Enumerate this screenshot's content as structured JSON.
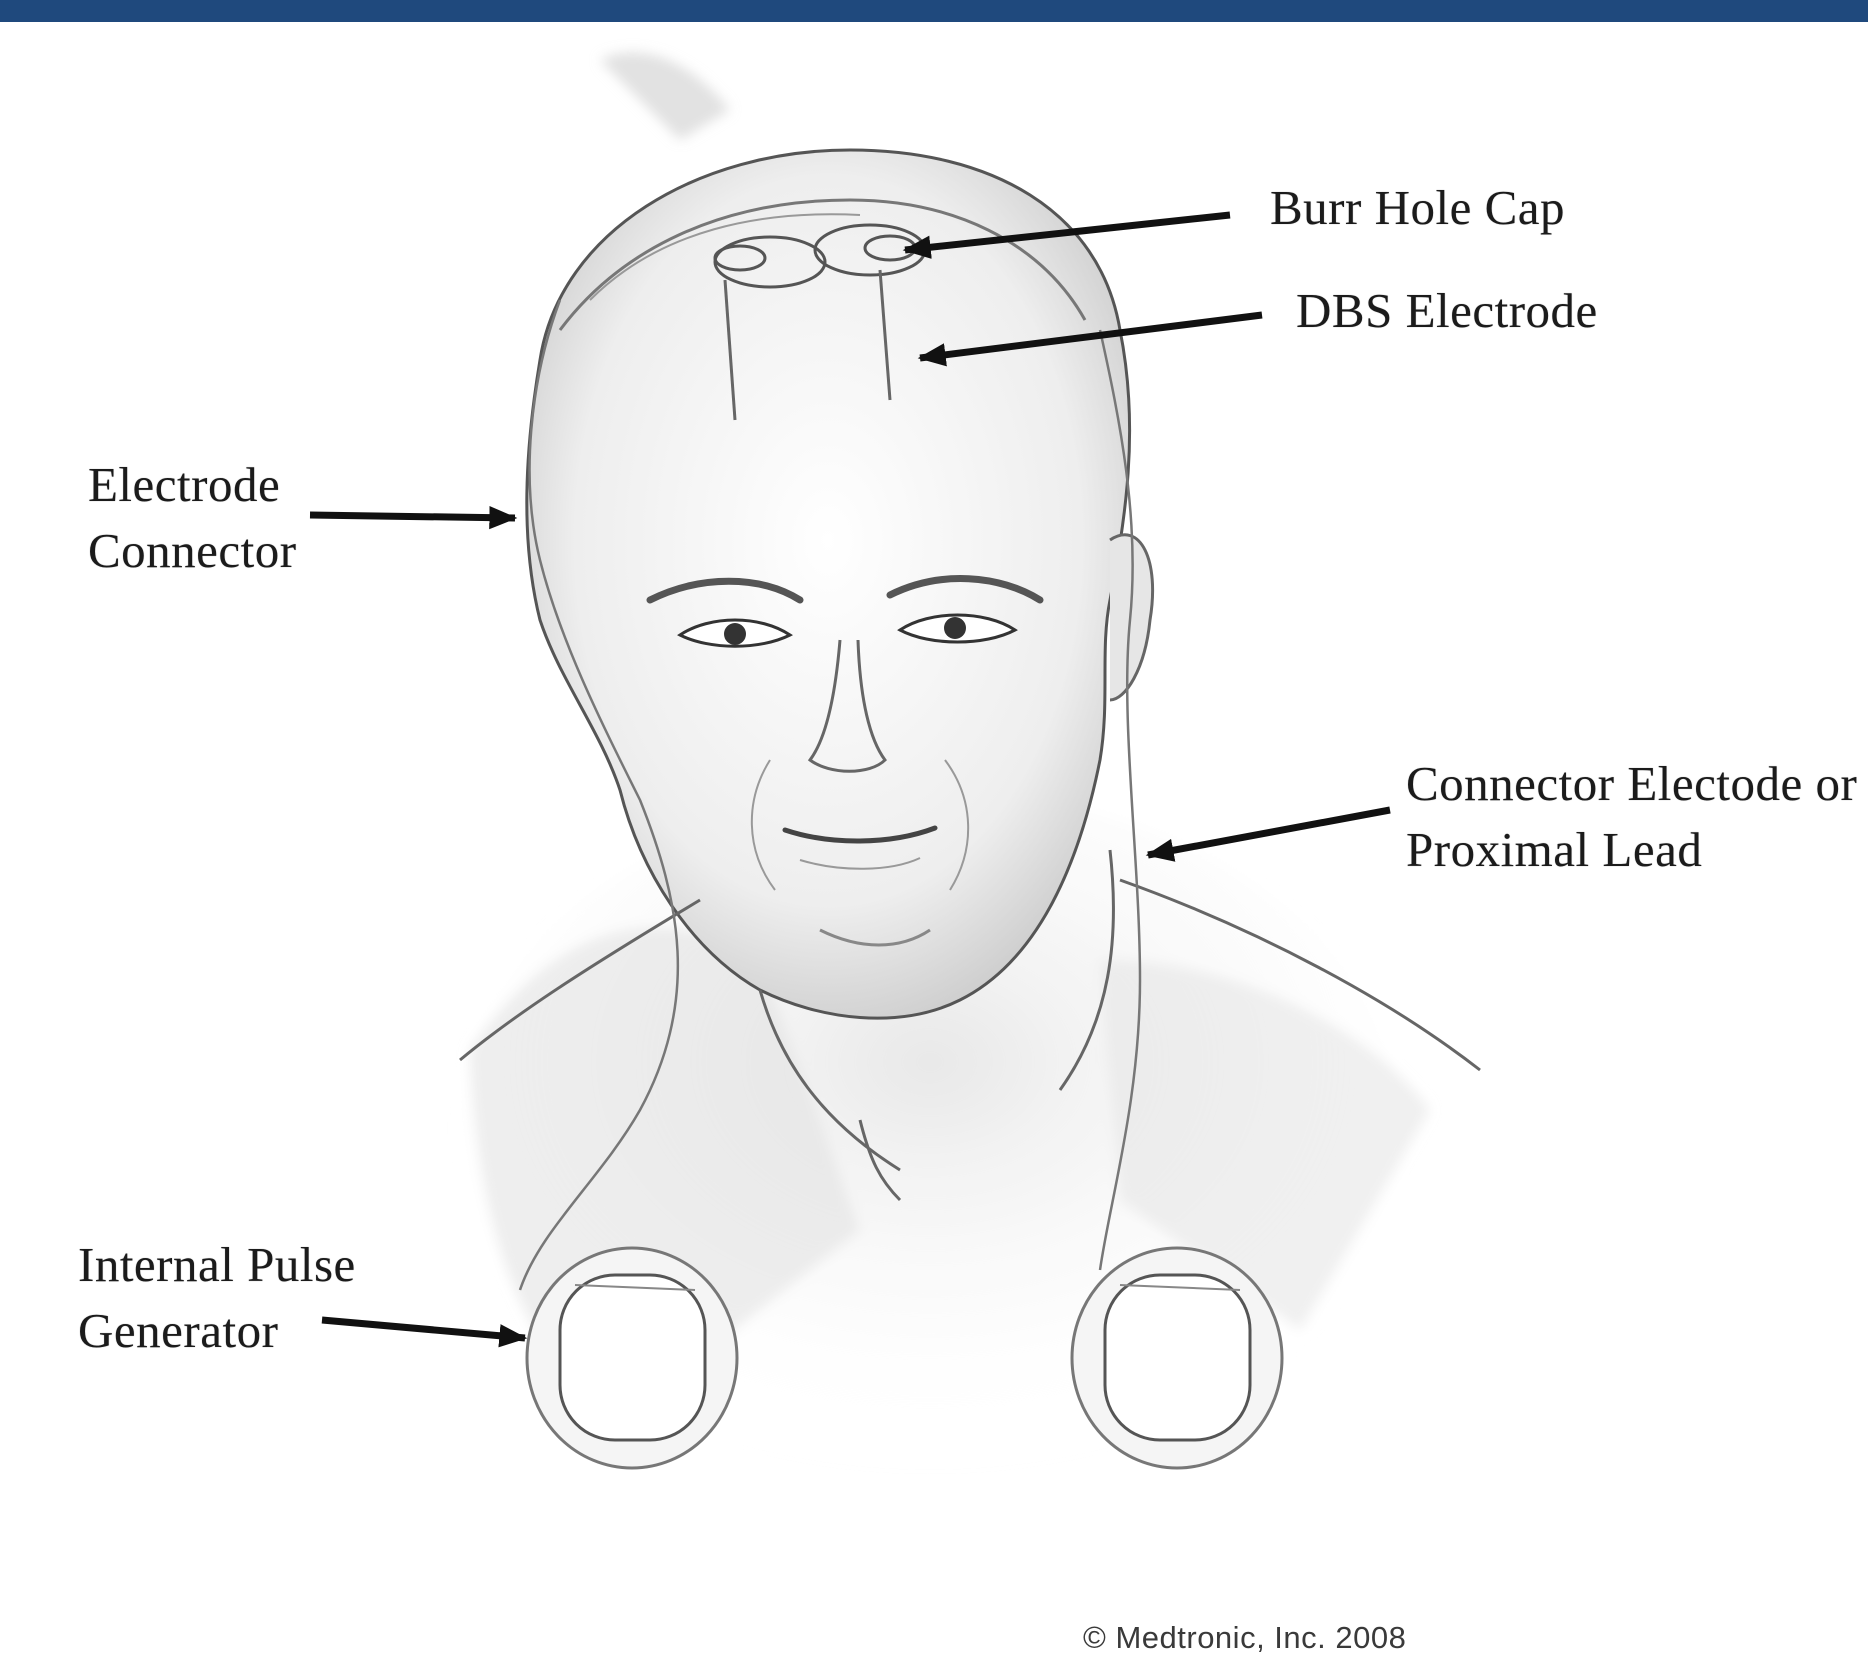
{
  "colors": {
    "banner": "#1f497d",
    "ink": "#1b1b1b",
    "arrow": "#111111"
  },
  "labels": {
    "burr_hole_cap": "Burr Hole Cap",
    "dbs_electrode": "DBS Electrode",
    "electrode_connector": [
      "Electrode",
      "Connector"
    ],
    "proximal_lead": [
      "Connector Electode or",
      "Proximal Lead"
    ],
    "ipg": [
      "Internal Pulse",
      "Generator"
    ]
  },
  "copyright": "© Medtronic, Inc. 2008"
}
